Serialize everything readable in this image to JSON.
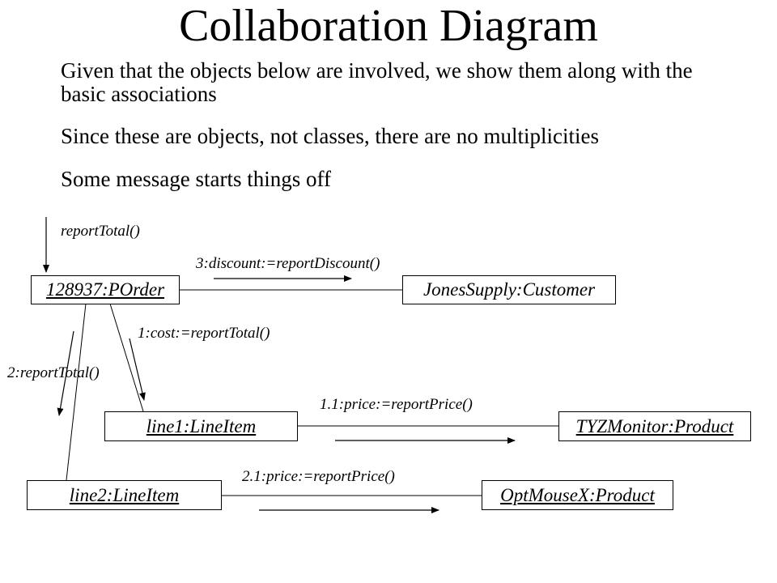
{
  "title": "Collaboration Diagram",
  "bullets": [
    "Given that the objects below are involved, we show them along with the basic associations",
    "Since these are objects, not classes, there are no multiplicities",
    "Some message starts things off"
  ],
  "objects": {
    "porder": "128937:POrder",
    "customer": "JonesSupply:Customer",
    "line1": "line1:LineItem",
    "line2": "line2:LineItem",
    "monitor": "TYZMonitor:Product",
    "mouse": "OptMouseX:Product"
  },
  "messages": {
    "start": "reportTotal()",
    "discount": "3:discount:=reportDiscount()",
    "cost": "1:cost:=reportTotal()",
    "total2": "2:reportTotal()",
    "price1": "1.1:price:=reportPrice()",
    "price2": "2.1:price:=reportPrice()"
  }
}
